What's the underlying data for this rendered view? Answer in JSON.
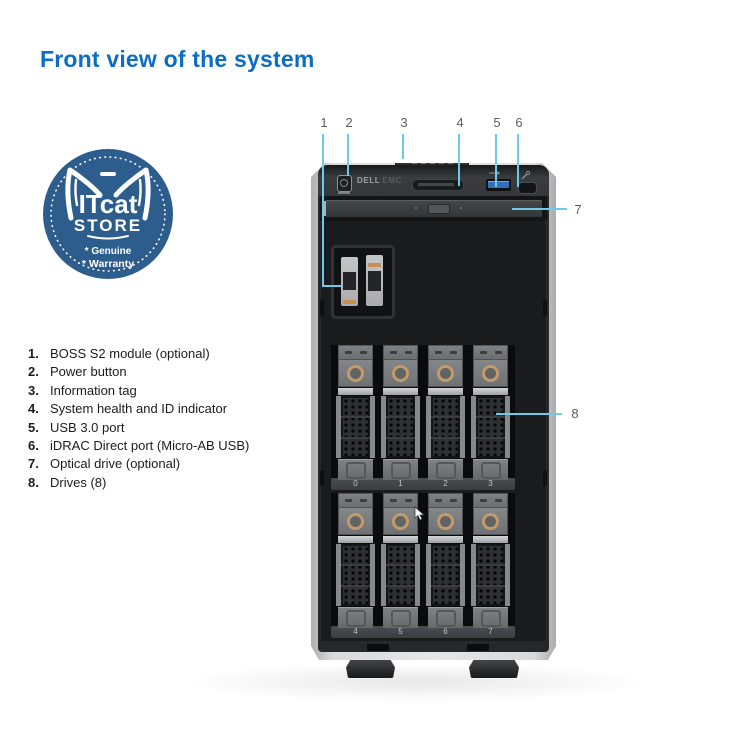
{
  "page": {
    "title": "Front view of the system"
  },
  "colors": {
    "title_blue": "#0d6dc4",
    "leader_line_blue": "#6fc9ea",
    "logo_blue": "#2c5d8d",
    "usb_port_blue": "#2f6fbb",
    "chassis_gray": "#d8dadc",
    "bezel_dark": "#26292c"
  },
  "logo": {
    "line1": "ITcat",
    "line2": "STORE",
    "note1": "* Genuine",
    "note2": "* Warranty"
  },
  "legend": {
    "items": [
      {
        "num": "1.",
        "label": "BOSS S2 module (optional)"
      },
      {
        "num": "2.",
        "label": "Power button"
      },
      {
        "num": "3.",
        "label": "Information tag"
      },
      {
        "num": "4.",
        "label": "System health and ID indicator"
      },
      {
        "num": "5.",
        "label": "USB 3.0 port"
      },
      {
        "num": "6.",
        "label": "iDRAC Direct port (Micro-AB USB)"
      },
      {
        "num": "7.",
        "label": "Optical drive (optional)"
      },
      {
        "num": "8.",
        "label": "Drives (8)"
      }
    ]
  },
  "callouts": {
    "labels": [
      "1",
      "2",
      "3",
      "4",
      "5",
      "6",
      "7",
      "8"
    ]
  },
  "server": {
    "brand": {
      "dell": "DELL",
      "emc": "EMC"
    },
    "bay_labels": [
      "0",
      "1",
      "2",
      "3",
      "4",
      "5",
      "6",
      "7"
    ]
  }
}
